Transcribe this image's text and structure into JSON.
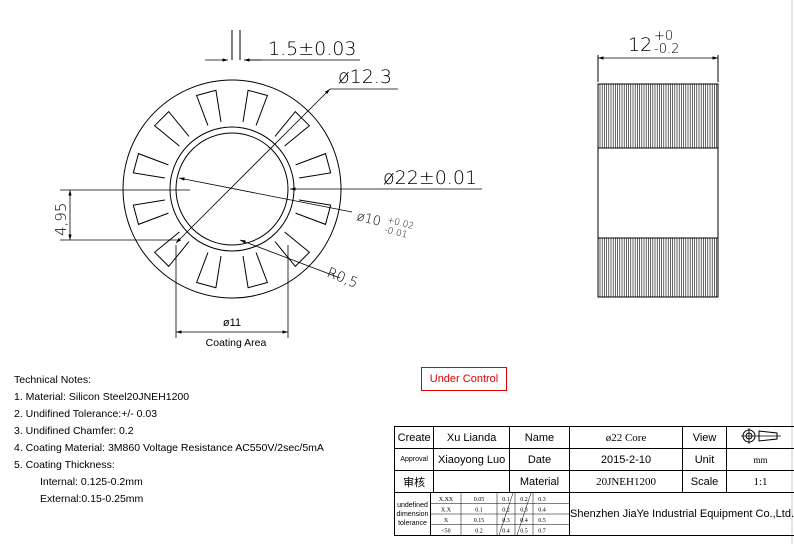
{
  "dimensions": {
    "slot_width": "1.5±0.03",
    "bore_diameter": "ø12.3",
    "outer_diameter": "ø22±0.01",
    "inner_diameter": "ø10",
    "inner_tol_upper": "+0.02",
    "inner_tol_lower": "-0.01",
    "radius": "R0,5",
    "height_dim": "4,95",
    "coating_diameter": "ø11",
    "coating_label": "Coating Area",
    "length_base": "12",
    "length_tol_upper": "+0",
    "length_tol_lower": "-0.2"
  },
  "notes": {
    "heading": "Technical Notes:",
    "items": [
      "1. Material: Silicon Steel20JNEH1200",
      "2. Undifined Tolerance:+/- 0.03",
      "3. Undifined Chamfer: 0.2",
      "4. Coating Material: 3M860 Voltage Resistance AC550V/2sec/5mA",
      "5. Coating Thickness:"
    ],
    "thickness_internal": "Internal: 0.125-0.2mm",
    "thickness_external": "External:0.15-0.25mm"
  },
  "stamp": {
    "text": "Under Control",
    "color": "#e00000"
  },
  "title_block": {
    "create_label": "Create",
    "create_value": "Xu Lianda",
    "approval_label": "Approval",
    "approval_value": "Xiaoyong Luo",
    "review_label": "审核",
    "name_label": "Name",
    "name_value": "ø22  Core",
    "date_label": "Date",
    "date_value": "2015-2-10",
    "material_label": "Material",
    "material_value": "20JNEH1200",
    "view_label": "View",
    "unit_label": "Unit",
    "unit_value": "mm",
    "scale_label": "Scale",
    "scale_value": "1:1",
    "company": "Shenzhen JiaYe Industrial Equipment Co.,Ltd.",
    "tolerance_label": [
      "undefined",
      "dimension",
      "tolerance"
    ],
    "tolerance_rows": [
      [
        "X.XX",
        "0.05",
        "0.1",
        "0.2",
        "0.3"
      ],
      [
        "X.X",
        "0.1",
        "0.2",
        "0.3",
        "0.4"
      ],
      [
        "X",
        "0.15",
        "0.3",
        "0.4",
        "0.5"
      ],
      [
        "<50",
        "0.2",
        "0.4",
        "0.5",
        "0.7"
      ]
    ]
  }
}
